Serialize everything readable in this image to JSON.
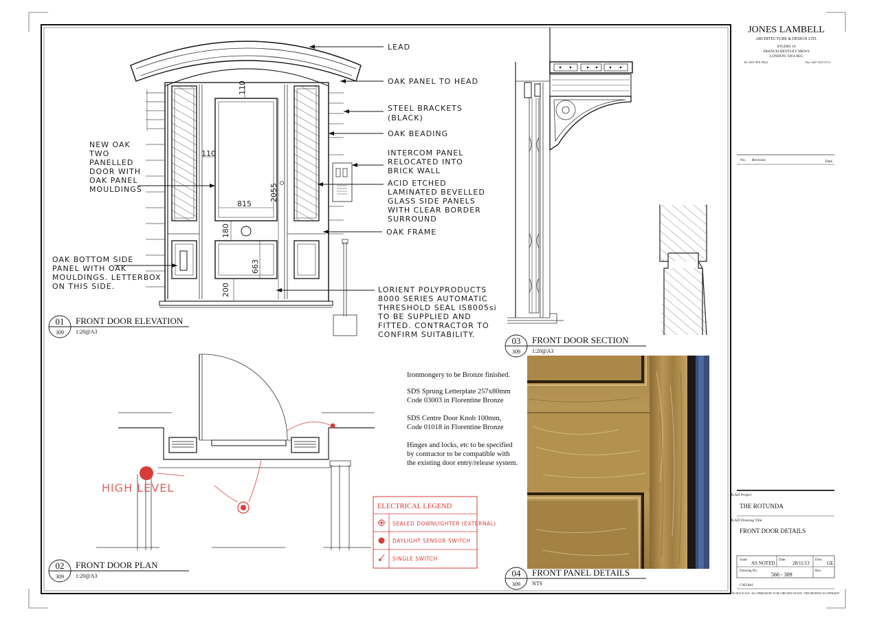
{
  "title_block": {
    "firm": "JONES LAMBELL",
    "firm_sub": "ARCHITECTURE & DESIGN LTD.",
    "addr1": "STUDIO 10",
    "addr2": "FRANCIS BENTLEY MEWS",
    "addr3": "LONDON, SW4 0EG",
    "tel": "Tel: 020 7001 0822",
    "fax": "Fax: 020 7223 3713",
    "rev_no": "No.",
    "rev_label": "Revision",
    "rev_date": "Date",
    "project_label": "JLAD Project",
    "project": "THE ROTUNDA",
    "drawing_title_label": "JLAD Drawing Title",
    "drawing_title": "FRONT DOOR DETAILS",
    "scale_label": "Scale",
    "scale": "AS NOTED",
    "date_label": "Date",
    "date": "28/11/13",
    "dwn_label": "Dwn",
    "dwn": "GE",
    "drawing_no_label": "Drawing No.",
    "drawing_no": "566 - 309",
    "rev_label2": "Rev.",
    "cad_label": "CAD Ref.",
    "footer": "DO NOT SCALE · ALL DIMENSIONS TO BE CHECKED ON SITE · THIS DRAWING IS COPYRIGHT"
  },
  "views": {
    "v01": {
      "num": "01",
      "sheet": "309",
      "title": "FRONT DOOR ELEVATION",
      "scale": "1:20@A3"
    },
    "v02": {
      "num": "02",
      "sheet": "309",
      "title": "FRONT DOOR PLAN",
      "scale": "1:20@A3"
    },
    "v03": {
      "num": "03",
      "sheet": "309",
      "title": "FRONT DOOR SECTION",
      "scale": "1:20@A3"
    },
    "v04": {
      "num": "04",
      "sheet": "309",
      "title": "FRONT PANEL DETAILS",
      "scale": "NTS"
    }
  },
  "annotations": {
    "lead": "LEAD",
    "oak_panel_head": "OAK PANEL TO HEAD",
    "steel_brackets_1": "STEEL BRACKETS",
    "steel_brackets_2": "(BLACK)",
    "oak_beading": "OAK BEADING",
    "intercom_1": "INTERCOM PANEL",
    "intercom_2": "RELOCATED INTO",
    "intercom_3": "BRICK WALL",
    "acid_1": "ACID ETCHED",
    "acid_2": "LAMINATED BEVELLED",
    "acid_3": "GLASS SIDE PANELS",
    "acid_4": "WITH CLEAR BORDER",
    "acid_5": "SURROUND",
    "oak_frame": "OAK FRAME",
    "lorient_1": "LORIENT POLYPRODUCTS",
    "lorient_2": "8000 SERIES AUTOMATIC",
    "lorient_3": "THRESHOLD SEAL IS8005si",
    "lorient_4": "TO BE SUPPLIED AND",
    "lorient_5": "FITTED. CONTRACTOR TO",
    "lorient_6": "CONFIRM SUITABILITY.",
    "new_oak_1": "NEW OAK",
    "new_oak_2": "TWO",
    "new_oak_3": "PANELLED",
    "new_oak_4": "DOOR WITH",
    "new_oak_5": "OAK PANEL",
    "new_oak_6": "MOULDINGS",
    "oak_bottom_1": "OAK BOTTOM SIDE",
    "oak_bottom_2": "PANEL WITH OAK",
    "oak_bottom_3": "MOULDINGS. LETTERBOX",
    "oak_bottom_4": "ON THIS SIDE.",
    "high_level": "HIGH LEVEL"
  },
  "dimensions": {
    "d110_top": "110",
    "d110_side": "110",
    "d815": "815",
    "d2055": "2055",
    "d180": "180",
    "d663": "663",
    "d200": "200"
  },
  "notes": {
    "n1": "Ironmongery to be Bronze finished.",
    "n2a": "SDS Sprung Letterplate 257x80mm",
    "n2b": "Code 03003 in Florentine Bronze",
    "n3a": "SDS Centre Door Knob 100mm,",
    "n3b": "Code 01018 in Florentine Bronze",
    "n4a": "Hinges and locks, etc to be specified",
    "n4b": "by contractor to be compatible with",
    "n4c": "the existing door entry/release system."
  },
  "legend": {
    "title": "ELECTRICAL LEGEND",
    "items": [
      "SEALED DOWNLIGHTER (EXTERNAL)",
      "DAYLIGHT SENSOR SWITCH",
      "SINGLE SWITCH"
    ]
  },
  "colors": {
    "red": "#d93a3a",
    "oak": "#b08a4c"
  }
}
